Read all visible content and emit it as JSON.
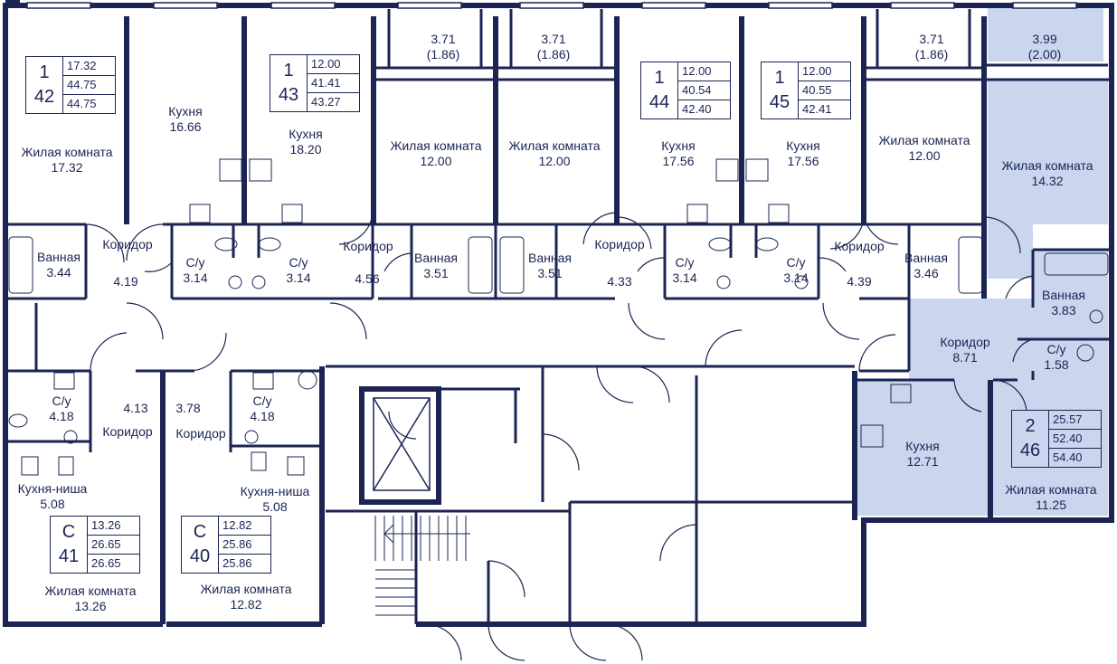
{
  "colors": {
    "wall": "#1b2453",
    "highlight": "#c9d6ee",
    "text": "#1b2453"
  },
  "rooms": [
    {
      "id": "r1",
      "text": "Жилая комната\n17.32"
    },
    {
      "id": "r2",
      "text": "Кухня\n16.66"
    },
    {
      "id": "r3",
      "text": "Кухня\n18.20"
    },
    {
      "id": "r4",
      "text": "3.71\n(1.86)"
    },
    {
      "id": "r5",
      "text": "3.71\n(1.86)"
    },
    {
      "id": "r6",
      "text": "Жилая комната\n12.00"
    },
    {
      "id": "r7",
      "text": "Жилая комната\n12.00"
    },
    {
      "id": "r8",
      "text": "Кухня\n17.56"
    },
    {
      "id": "r9",
      "text": "Кухня\n17.56"
    },
    {
      "id": "r10",
      "text": "3.71\n(1.86)"
    },
    {
      "id": "r11",
      "text": "Жилая комната\n12.00"
    },
    {
      "id": "r12",
      "text": "3.99\n(2.00)"
    },
    {
      "id": "r13",
      "text": "Жилая комната\n14.32"
    },
    {
      "id": "r14",
      "text": "Ванная\n3.44"
    },
    {
      "id": "r15",
      "text": "Коридор"
    },
    {
      "id": "r16",
      "text": "4.19"
    },
    {
      "id": "r17",
      "text": "С/у\n3.14"
    },
    {
      "id": "r18",
      "text": "С/у\n3.14"
    },
    {
      "id": "r19",
      "text": "Коридор"
    },
    {
      "id": "r20",
      "text": "4.56"
    },
    {
      "id": "r21",
      "text": "Ванная\n3.51"
    },
    {
      "id": "r22",
      "text": "Ванная\n3.51"
    },
    {
      "id": "r23",
      "text": "Коридор"
    },
    {
      "id": "r24",
      "text": "4.33"
    },
    {
      "id": "r25",
      "text": "С/у\n3.14"
    },
    {
      "id": "r26",
      "text": "С/у\n3.14"
    },
    {
      "id": "r27",
      "text": "Коридор"
    },
    {
      "id": "r28",
      "text": "4.39"
    },
    {
      "id": "r29",
      "text": "Ванная\n3.46"
    },
    {
      "id": "r30",
      "text": "Ванная\n3.83"
    },
    {
      "id": "r31",
      "text": "Коридор\n8.71"
    },
    {
      "id": "r32",
      "text": "С/у\n1.58"
    },
    {
      "id": "r33",
      "text": "С/у\n4.18"
    },
    {
      "id": "r34",
      "text": "4.13"
    },
    {
      "id": "r35",
      "text": "Коридор"
    },
    {
      "id": "r36",
      "text": "3.78"
    },
    {
      "id": "r37",
      "text": "С/у\n4.18"
    },
    {
      "id": "r38",
      "text": "Коридор"
    },
    {
      "id": "r39",
      "text": "Кухня\n12.71"
    },
    {
      "id": "r40",
      "text": "Жилая комната\n11.25"
    },
    {
      "id": "r41",
      "text": "Кухня-ниша\n5.08"
    },
    {
      "id": "r42",
      "text": "Кухня-ниша\n5.08"
    },
    {
      "id": "r43",
      "text": "Жилая комната\n13.26"
    },
    {
      "id": "r44",
      "text": "Жилая комната\n12.82"
    }
  ],
  "apartments": [
    {
      "id": "a42",
      "rooms": "1",
      "number": "42",
      "values": [
        "17.32",
        "44.75",
        "44.75"
      ],
      "highlight": false
    },
    {
      "id": "a43",
      "rooms": "1",
      "number": "43",
      "values": [
        "12.00",
        "41.41",
        "43.27"
      ],
      "highlight": false
    },
    {
      "id": "a44",
      "rooms": "1",
      "number": "44",
      "values": [
        "12.00",
        "40.54",
        "42.40"
      ],
      "highlight": false
    },
    {
      "id": "a45",
      "rooms": "1",
      "number": "45",
      "values": [
        "12.00",
        "40.55",
        "42.41"
      ],
      "highlight": false
    },
    {
      "id": "a46",
      "rooms": "2",
      "number": "46",
      "values": [
        "25.57",
        "52.40",
        "54.40"
      ],
      "highlight": true
    },
    {
      "id": "a41",
      "rooms": "С",
      "number": "41",
      "values": [
        "13.26",
        "26.65",
        "26.65"
      ],
      "highlight": false
    },
    {
      "id": "a40",
      "rooms": "С",
      "number": "40",
      "values": [
        "12.82",
        "25.86",
        "25.86"
      ],
      "highlight": false
    }
  ]
}
